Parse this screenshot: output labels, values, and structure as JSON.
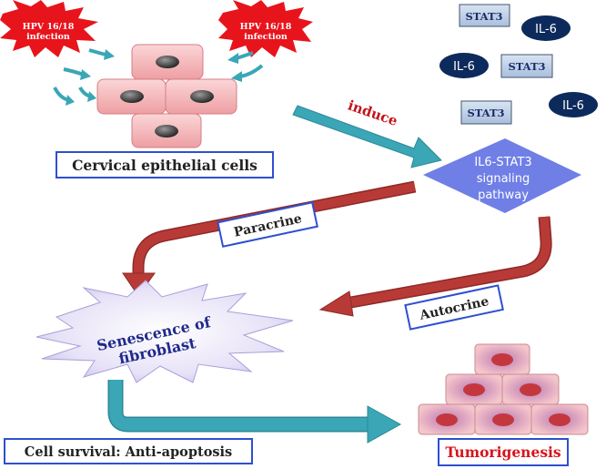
{
  "virus": {
    "left_label_1": "HPV 16/18",
    "left_label_2": "infection",
    "right_label_1": "HPV 16/18",
    "right_label_2": "infection"
  },
  "cells": {
    "epithelial_label": "Cervical epithelial cells"
  },
  "molecules": {
    "stat3_a": "STAT3",
    "stat3_b": "STAT3",
    "stat3_c": "STAT3",
    "il6_a": "IL-6",
    "il6_b": "IL-6",
    "il6_c": "IL-6"
  },
  "pathway": {
    "induce_label": "induce",
    "line1": "IL6-STAT3",
    "line2": "signaling",
    "line3": "pathway"
  },
  "signals": {
    "paracrine": "Paracrine",
    "autocrine": "Autocrine"
  },
  "senescence": {
    "line1": "Senescence of",
    "line2": "fibroblast"
  },
  "outcome": {
    "survival": "Cell survival: Anti-apoptosis",
    "tumor": "Tumorigenesis"
  },
  "colors": {
    "virus_star": "#e8141c",
    "cell_fill": "#f6b5b8",
    "teal_arrow": "#3aa6b6",
    "red_arrow": "#b83a36",
    "pathway_diamond": "#6f7fe6",
    "label_border": "#2f4fd0",
    "tumor_text": "#d8141c",
    "senescence_text": "#1f2a8a"
  }
}
